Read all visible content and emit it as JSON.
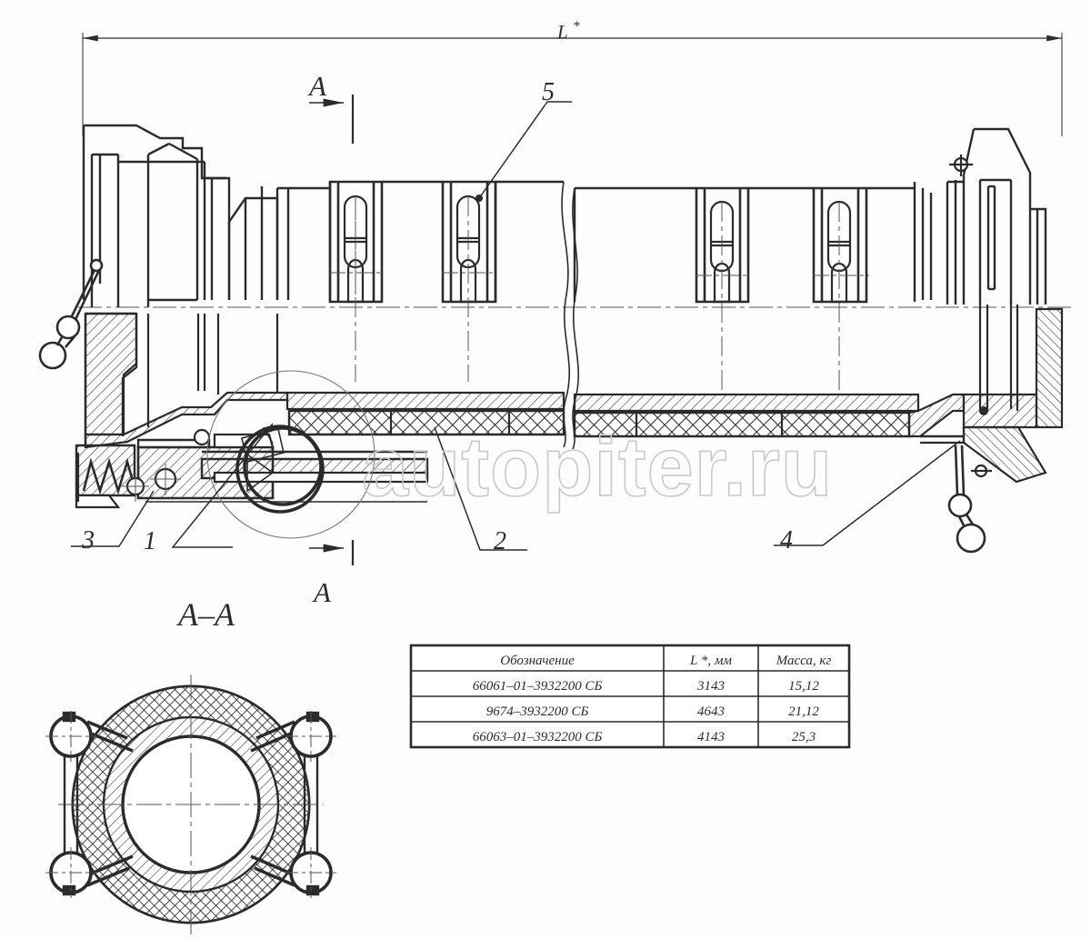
{
  "drawing": {
    "title_dimension_label": "L",
    "title_dimension_superscript": "*",
    "section_marker_label": "A",
    "section_view_title": "A–A",
    "callouts": [
      {
        "id": "callout-1",
        "label": "1"
      },
      {
        "id": "callout-2",
        "label": "2"
      },
      {
        "id": "callout-3",
        "label": "3"
      },
      {
        "id": "callout-4",
        "label": "4"
      },
      {
        "id": "callout-5",
        "label": "5"
      }
    ],
    "section_arrows": [
      {
        "id": "section-arrow-top",
        "label": "A"
      },
      {
        "id": "section-arrow-bottom",
        "label": "A"
      }
    ]
  },
  "watermark": {
    "text": "autopiter.ru"
  },
  "table": {
    "headers": [
      "Обозначение",
      "L *, мм",
      "Масса, кг"
    ],
    "rows": [
      {
        "designation": "66061–01–3932200 СБ",
        "length_mm": "3143",
        "mass_kg": "15,12"
      },
      {
        "designation": "9674–3932200 СБ",
        "length_mm": "4643",
        "mass_kg": "21,12"
      },
      {
        "designation": "66063–01–3932200 СБ",
        "length_mm": "4143",
        "mass_kg": "25,3"
      }
    ]
  },
  "colors": {
    "line": "#2b2b2b",
    "thin_line": "#4a4a4a",
    "hatch": "#2b2b2b",
    "watermark": "#c9c9c9",
    "background": "#fdfdfd"
  }
}
